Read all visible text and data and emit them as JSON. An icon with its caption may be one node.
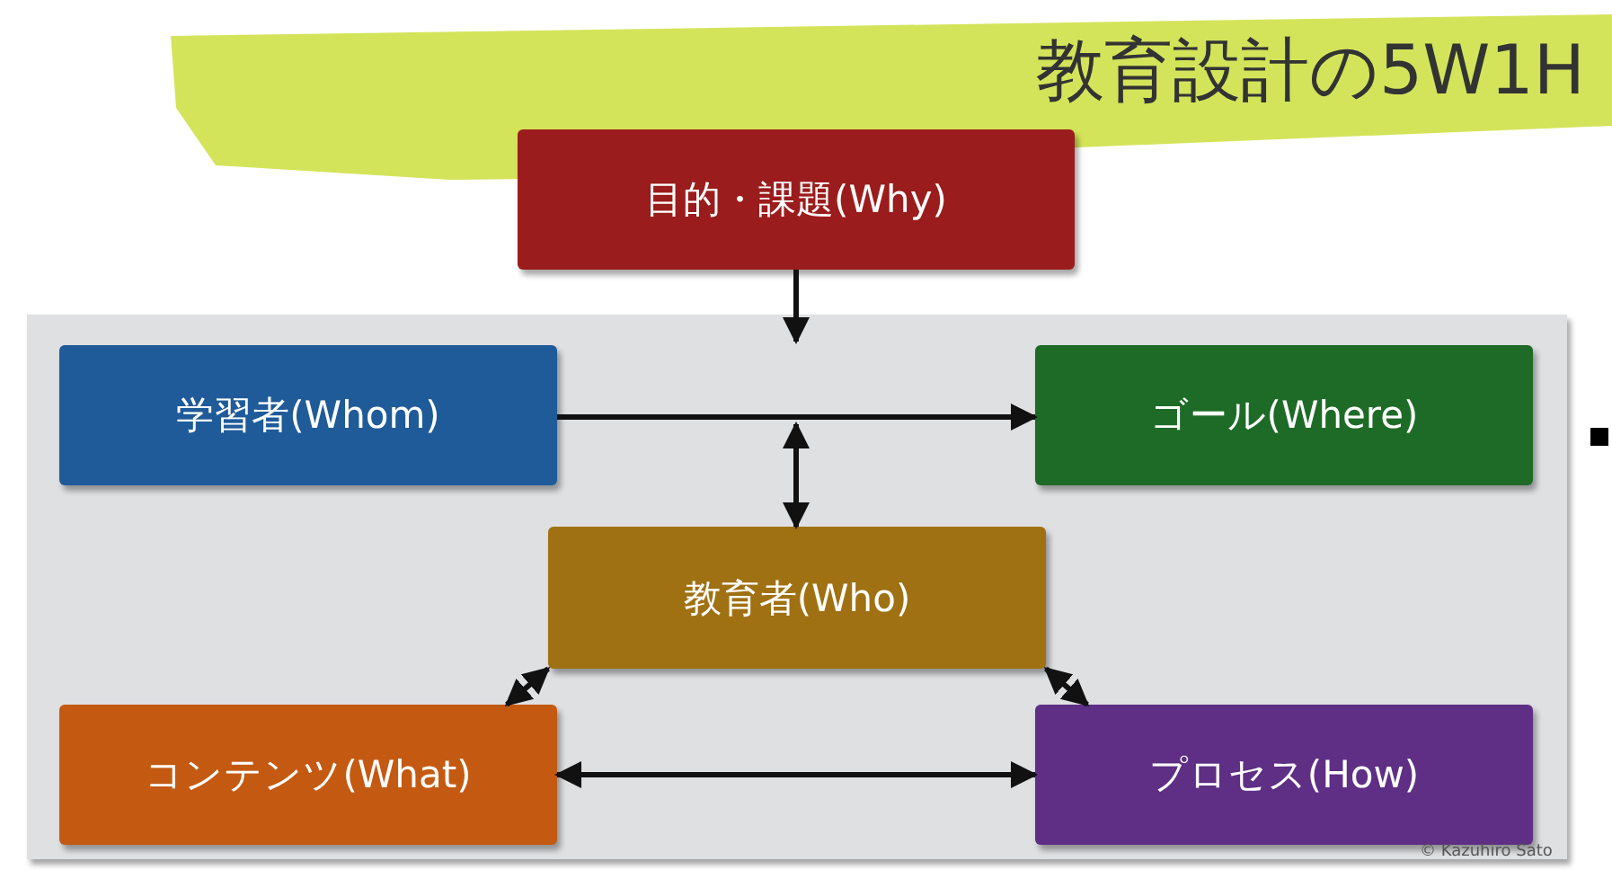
{
  "diagram": {
    "title": "教育設計の5W1H",
    "nodes": [
      {
        "text": [
          "目的・課題(Why)"
        ]
      },
      {
        "text": [],
        "shape": "box"
      },
      {
        "text": [
          "学習者(Whom)"
        ],
        "in": 1
      },
      {
        "text": [
          "ゴール(Where)"
        ],
        "in": 1
      },
      {
        "text": [
          "教育者(Who)"
        ],
        "in": 1
      },
      {
        "text": [
          "コンテンツ(What)"
        ],
        "in": 1
      },
      {
        "text": [
          "プロセス(How)"
        ],
        "in": 1
      }
    ],
    "edges": [
      {
        "from": 0,
        "to": 1,
        "arrow": "to"
      },
      {
        "from": 2,
        "to": 3,
        "arrow": "to"
      },
      {
        "from": 4,
        "to": null,
        "arrow": "both"
      },
      {
        "from": 4,
        "to": 5,
        "arrow": "both"
      },
      {
        "from": 4,
        "to": 6,
        "arrow": "both"
      },
      {
        "from": 5,
        "to": 6,
        "arrow": "both"
      }
    ],
    "labels": [
      "© Kazuhiro Sato"
    ]
  }
}
